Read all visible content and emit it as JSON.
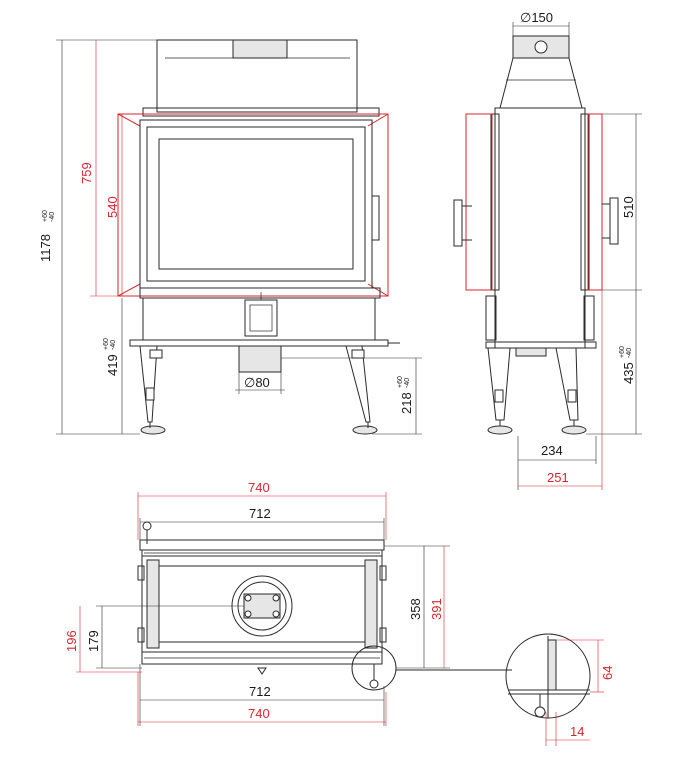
{
  "front_view": {
    "height_total": "1178",
    "height_total_tol_plus": "+60",
    "height_total_tol_minus": "-40",
    "height_frame_red": "759",
    "height_glass_red": "540",
    "height_lower": "419",
    "height_lower_tol_plus": "+60",
    "height_lower_tol_minus": "-40",
    "height_air": "218",
    "height_air_tol_plus": "+60",
    "height_air_tol_minus": "-40",
    "air_inlet": "∅80"
  },
  "side_view": {
    "flue": "∅150",
    "height_glass": "510",
    "height_lower": "435",
    "height_lower_tol_plus": "+60",
    "height_lower_tol_minus": "-40",
    "depth": "234",
    "depth_red": "251"
  },
  "top_view": {
    "width_red_top": "740",
    "width_top": "712",
    "width_bottom": "712",
    "width_red_bottom": "740",
    "depth": "358",
    "depth_red": "391",
    "inlet_offset": "179",
    "inlet_offset_red": "196"
  },
  "detail_view": {
    "height_red": "64",
    "offset_red": "14"
  },
  "colors": {
    "line": "#2a2a2a",
    "accent": "#d9262c"
  }
}
